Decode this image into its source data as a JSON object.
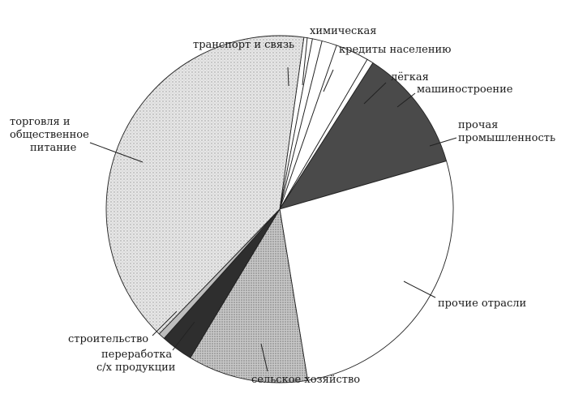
{
  "chart_data": {
    "type": "pie",
    "title": "",
    "slices": [
      {
        "label": "транспорт и связь",
        "value": 0.8,
        "fill": "#ffffff"
      },
      {
        "label": "химическая",
        "value": 0.9,
        "fill": "#ffffff"
      },
      {
        "label": "кредиты населению",
        "value": 1.4,
        "fill": "#ffffff"
      },
      {
        "label": "лёгкая",
        "value": 3.1,
        "fill": "#ffffff"
      },
      {
        "label": "машиностроение",
        "value": 0.6,
        "fill": "#ffffff"
      },
      {
        "label": "прочая промышленность",
        "value": 11.5,
        "fill": "#4a4a4a"
      },
      {
        "label": "прочие отрасли",
        "value": 26.9,
        "fill": "#ffffff"
      },
      {
        "label": "сельское хозяйство",
        "value": 11.2,
        "fill": "#dedede"
      },
      {
        "label": "переработка с/х продукции",
        "value": 3.0,
        "fill": "#2e2e2e"
      },
      {
        "label": "строительство",
        "value": 0.6,
        "fill": "#bdbdbd"
      },
      {
        "label": "торговля и общественное питание",
        "value": 40.0,
        "fill": "#d9d9d9"
      }
    ]
  },
  "labels": {
    "transport": "транспорт и связь",
    "chemical": "химическая",
    "credits": "кредиты населению",
    "light": "лёгкая",
    "machinery": "машиностроение",
    "other_industry_1": "прочая",
    "other_industry_2": "промышленность",
    "other_sectors": "прочие отрасли",
    "agriculture": "сельское хозяйство",
    "processing_1": "переработка",
    "processing_2": "с/х продукции",
    "construction": "строительство",
    "trade_1": "торговля и",
    "trade_2": "общественное",
    "trade_3": "питание"
  }
}
